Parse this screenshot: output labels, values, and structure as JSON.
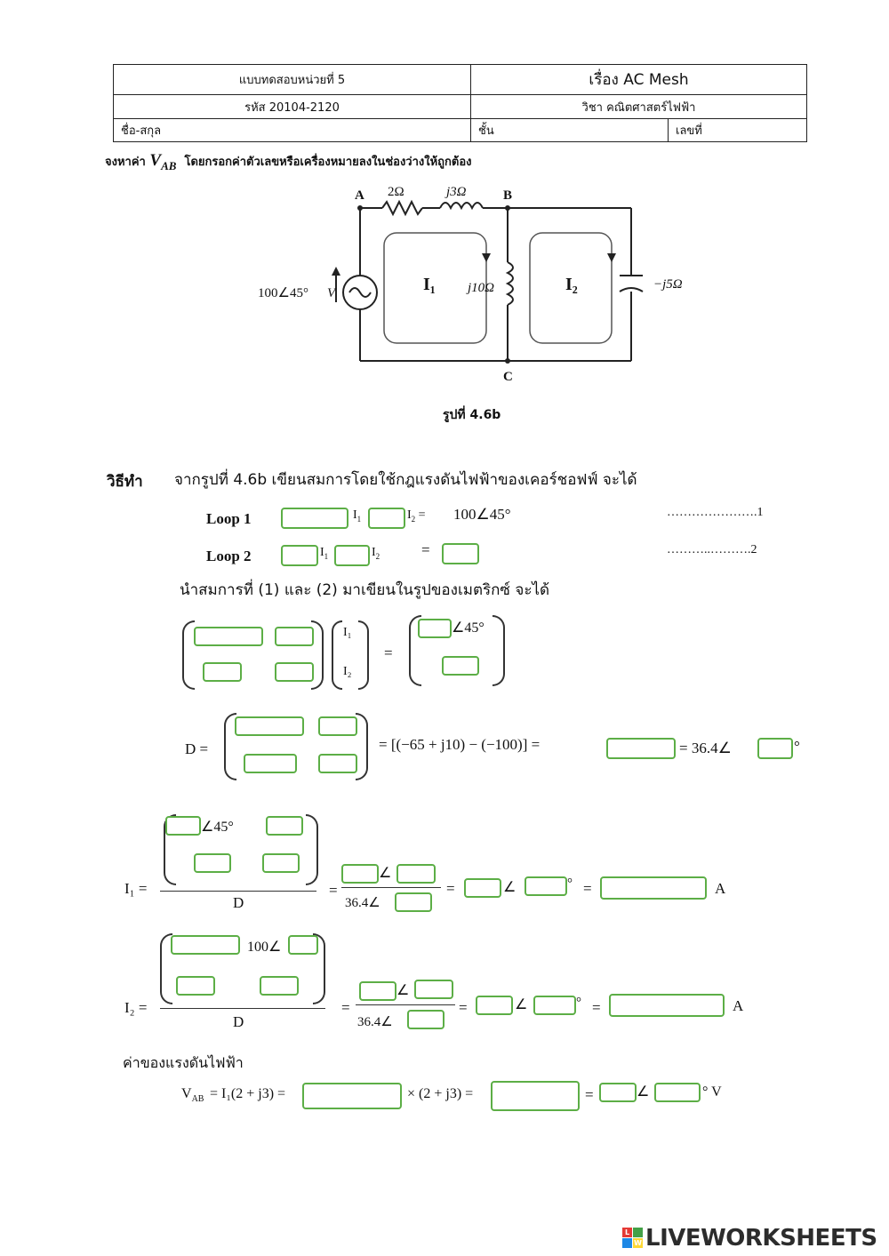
{
  "header": {
    "test_title": "แบบทดสอบหน่วยที่ 5",
    "topic": "เรื่อง AC Mesh",
    "code": "รหัส 20104-2120",
    "subject": "วิชา คณิตศาสตร์ไฟฟ้า",
    "name_label": "ชื่อ-สกุล",
    "class_label": "ชั้น",
    "number_label": "เลขที่"
  },
  "instruction": {
    "prefix": "จงหาค่า",
    "var": "V",
    "sub": "AB",
    "text": "โดยกรอกค่าตัวเลขหรือเครื่องหมายลงในช่องว่างให้ถูกต้อง"
  },
  "circuit": {
    "node_a": "A",
    "node_b": "B",
    "node_c": "C",
    "r1": "2Ω",
    "l1": "j3Ω",
    "l2": "j10Ω",
    "c1": "−j5Ω",
    "source": "100∠45°",
    "source_unit": "V",
    "loop1": "I₁",
    "loop2": "I₂",
    "caption": "รูปที่ 4.6b"
  },
  "solution": {
    "heading": "วิธีทำ",
    "intro": "จากรูปที่ 4.6b เขียนสมการโดยใช้กฎแรงดันไฟฟ้าของเคอร์ชอฟฟ์ จะได้",
    "loop1_label": "Loop 1",
    "loop2_label": "Loop 2",
    "loop1_rhs": "100∠45°",
    "eq1_ref": "………………….1",
    "eq2_ref": "………..……….2",
    "matrix_intro": "นำสมการที่ (1) และ (2) มาเขียนในรูปของเมตริกซ์ จะได้",
    "vec_i1": "I₁",
    "vec_i2": "I₂",
    "angle45": "∠45°",
    "d_label": "D =",
    "d_expr": "= [(−65 + j10) − (−100)] =",
    "d_result": "= 36.4∠",
    "deg": "°",
    "i1_label": "I₁ =",
    "i2_label": "I₂ =",
    "denom_d": "D",
    "denom_val": "36.4∠",
    "m45": "∠45°",
    "m100": "100∠",
    "unit_a": "A",
    "voltage_heading": "ค่าของแรงดันไฟฟ้า",
    "vab_lhs": "V",
    "vab_sub": "AB",
    "vab_eq": "= I₁(2 + j3) =",
    "vab_mult": "× (2 + j3) =",
    "unit_v": "° V"
  },
  "watermark": {
    "brand": "LIVEWORKSHEETS",
    "logo_letters": [
      "L",
      "W"
    ],
    "colors": [
      "#e53935",
      "#43a047",
      "#1e88e5",
      "#fdd835"
    ]
  },
  "colors": {
    "answer_box_border": "#5cae46"
  }
}
